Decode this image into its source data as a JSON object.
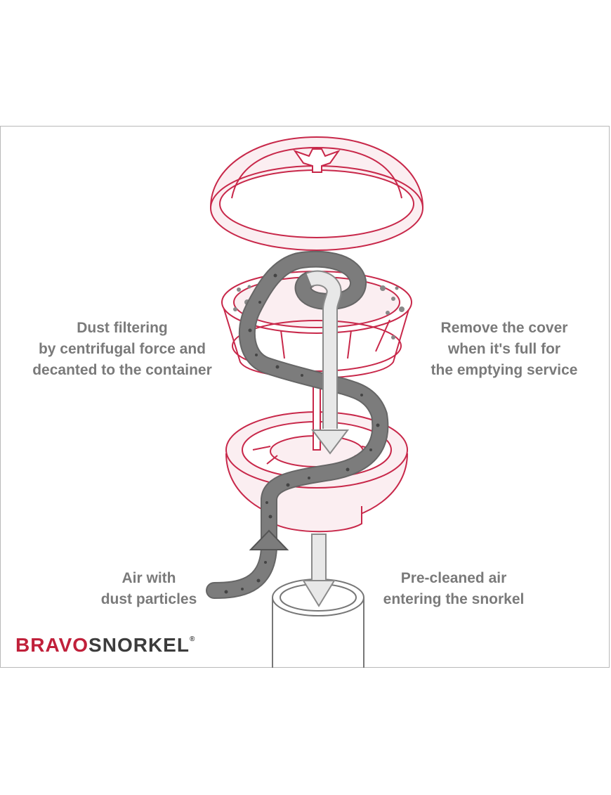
{
  "colors": {
    "outline": "#c8284a",
    "outline_fill": "#fbeef1",
    "dust_path": "#7c7c7c",
    "clean_path": "#e8e8e8",
    "text": "#7a7a7a",
    "frame": "#b9b9b9",
    "logo_red": "#c0203a",
    "logo_dark": "#3c3c3c"
  },
  "labels": {
    "dust_filtering": [
      "Dust filtering",
      "by centrifugal force and",
      "decanted to the container"
    ],
    "remove_cover": [
      "Remove the cover",
      "when it's full for",
      "the emptying service"
    ],
    "air_with_dust": [
      "Air with",
      "dust particles"
    ],
    "pre_cleaned": [
      "Pre-cleaned air",
      "entering the snorkel"
    ]
  },
  "logo": {
    "part1": "BRAVO",
    "part2": "SNORKEL",
    "mark": "®"
  },
  "icons": [
    "cover-dome-icon",
    "wing-nut-icon",
    "cyclone-body-icon",
    "base-ring-icon",
    "snorkel-tube-icon",
    "dust-flow-arrow-icon",
    "clean-air-arrow-icon"
  ]
}
